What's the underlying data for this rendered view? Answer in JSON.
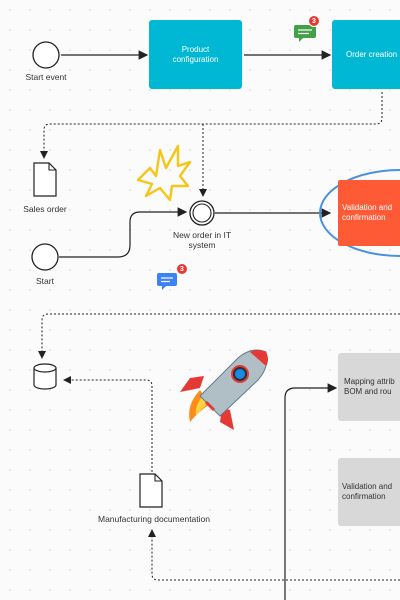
{
  "nodes": {
    "start_event": "Start event",
    "product_configuration": "Product configuration",
    "order_creation": "Order creation",
    "sales_order": "Sales order",
    "new_order": "New order in IT system",
    "validation_top": "Validation and confirmation",
    "start": "Start",
    "mapping": "Mapping attrib BOM and rou",
    "validation_bottom": "Validation and confirmation",
    "manufacturing_doc": "Manufacturing documentation"
  },
  "comments": {
    "top_count": "3",
    "mid_count": "3"
  },
  "colors": {
    "task_cyan": "#00b8d4",
    "task_orange": "#ff5a36",
    "task_grey": "#d8d8d8",
    "highlight_ring": "#4a90e2",
    "badge_red": "#e53935",
    "comment_green": "#43a047",
    "comment_blue": "#3b82f6"
  },
  "decorations": [
    "spark-doodle-icon",
    "rocket-emoji-icon"
  ]
}
